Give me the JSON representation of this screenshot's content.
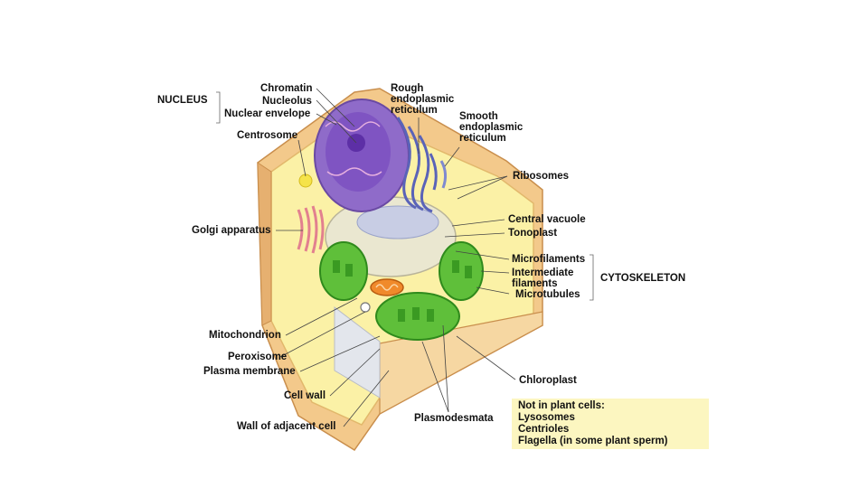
{
  "nucleus_group": {
    "title": "NUCLEUS",
    "items": [
      "Chromatin",
      "Nucleolus",
      "Nuclear envelope"
    ]
  },
  "cytoskeleton_group": {
    "title": "CYTOSKELETON",
    "items": [
      "Microfilaments",
      "Intermediate",
      "filaments",
      "Microtubules"
    ]
  },
  "labels": {
    "rough_er": [
      "Rough",
      "endoplasmic",
      "reticulum"
    ],
    "smooth_er": [
      "Smooth",
      "endoplasmic",
      "reticulum"
    ],
    "centrosome": "Centrosome",
    "ribosomes": "Ribosomes",
    "golgi": "Golgi apparatus",
    "central_vacuole": "Central vacuole",
    "tonoplast": "Tonoplast",
    "mitochondrion": "Mitochondrion",
    "peroxisome": "Peroxisome",
    "plasma_membrane": "Plasma membrane",
    "cell_wall": "Cell wall",
    "wall_adjacent": "Wall of adjacent cell",
    "chloroplast": "Chloroplast",
    "plasmodesmata": "Plasmodesmata"
  },
  "note": {
    "lines": [
      "Not in plant cells:",
      "Lysosomes",
      "Centrioles",
      "Flagella (in some plant sperm)"
    ]
  },
  "colors": {
    "wall": "#f3c98b",
    "wall_dark": "#d9a05f",
    "cytoplasm": "#fbf1a6",
    "nucleus": "#8f6bc9",
    "nucleolus": "#6f3fb5",
    "er": "#5a63b8",
    "vacuole": "#eae7d0",
    "chloroplast": "#5fbf3a",
    "golgi": "#e89aa6",
    "mitochondrion": "#f08a2b",
    "note_bg": "#fcf6c0"
  }
}
